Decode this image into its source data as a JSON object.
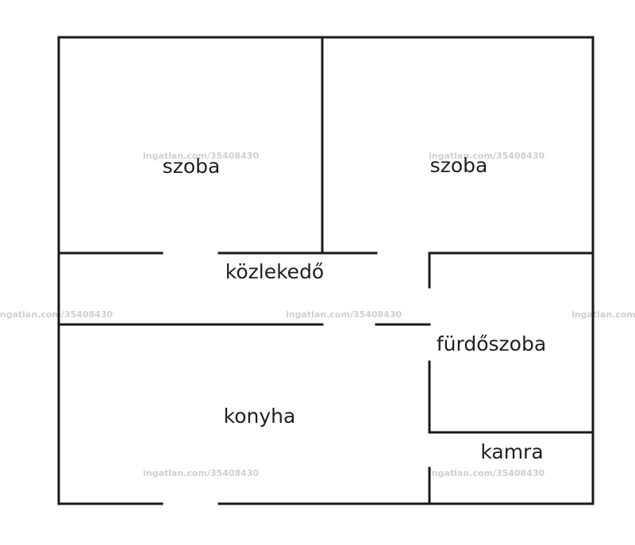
{
  "floorplan": {
    "rooms": {
      "room_1": "szoba",
      "room_2": "szoba",
      "hallway": "közlekedő",
      "bathroom": "fürdőszoba",
      "kitchen": "konyha",
      "pantry": "kamra"
    },
    "watermark": "ingatlan.com/35408430",
    "wall_color": "#1a1a1a"
  }
}
